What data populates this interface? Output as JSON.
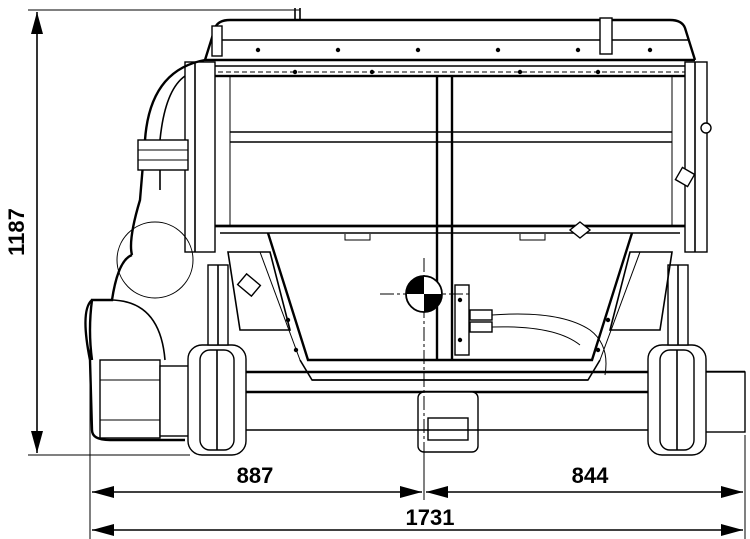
{
  "dimensions": {
    "height": "1187",
    "left_track": "887",
    "right_track": "844",
    "total_width": "1731"
  }
}
